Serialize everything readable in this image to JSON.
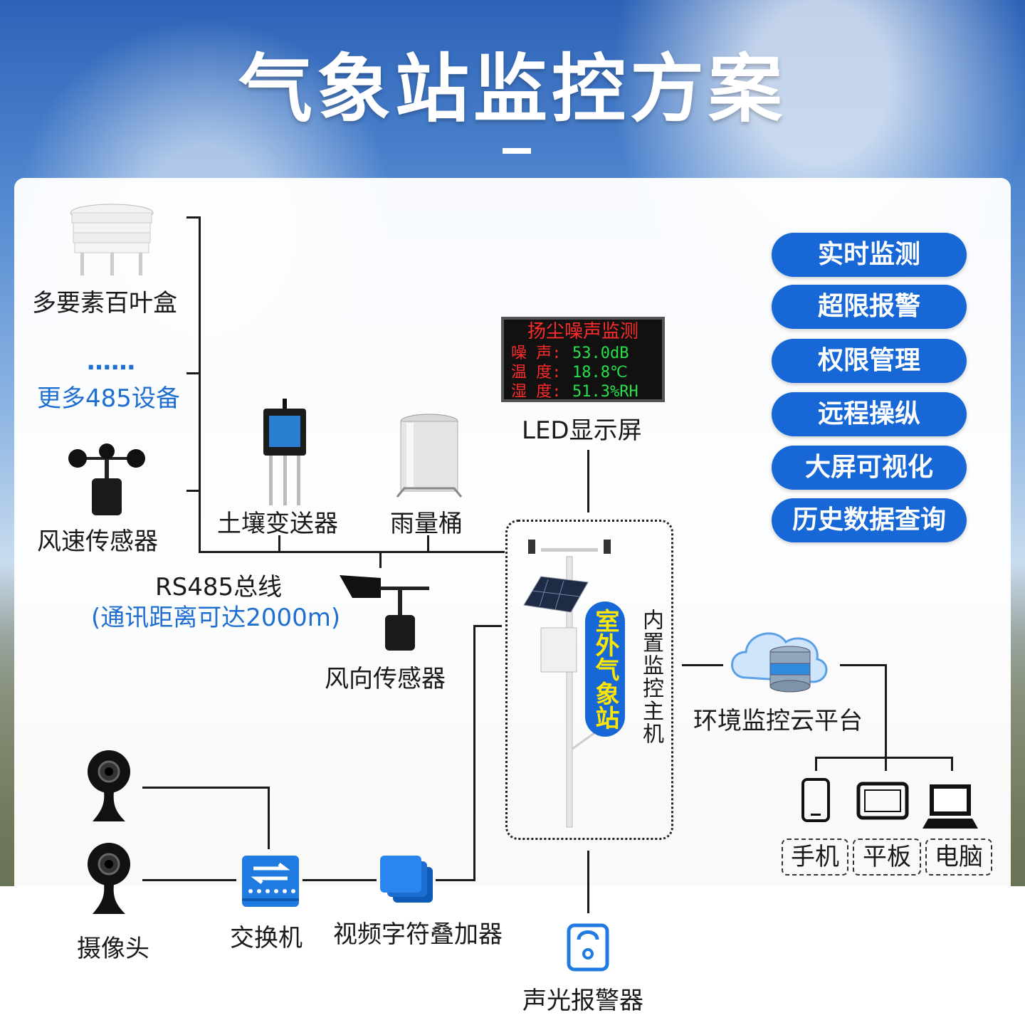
{
  "title": "气象站监控方案",
  "features": [
    "实时监测",
    "超限报警",
    "权限管理",
    "远程操纵",
    "大屏可视化",
    "历史数据查询"
  ],
  "left_devices": {
    "louver_box": "多要素百叶盒",
    "more_dots": "……",
    "more_485": "更多485设备",
    "wind_speed": "风速传感器"
  },
  "bus": {
    "soil": "土壤变送器",
    "rain": "雨量桶",
    "rs485": "RS485总线",
    "distance": "(通讯距离可达2000m)",
    "wind_dir": "风向传感器"
  },
  "led": {
    "label": "LED显示屏",
    "header": "扬尘噪声监测",
    "rows": [
      {
        "k": "噪 声:",
        "v": "53.0dB"
      },
      {
        "k": "温 度:",
        "v": "18.8℃"
      },
      {
        "k": "湿 度:",
        "v": "51.3%RH"
      }
    ]
  },
  "station": {
    "name": "室外气象站",
    "host": "内置监控主机"
  },
  "cloud": {
    "label": "环境监控云平台",
    "terminals": [
      "手机",
      "平板",
      "电脑"
    ]
  },
  "video": {
    "camera": "摄像头",
    "switch": "交换机",
    "overlay": "视频字符叠加器"
  },
  "alarm": "声光报警器",
  "colors": {
    "accent": "#1768d6",
    "led_red": "#ff2a2a",
    "led_green": "#27e04a",
    "station_text": "#ffe600"
  }
}
